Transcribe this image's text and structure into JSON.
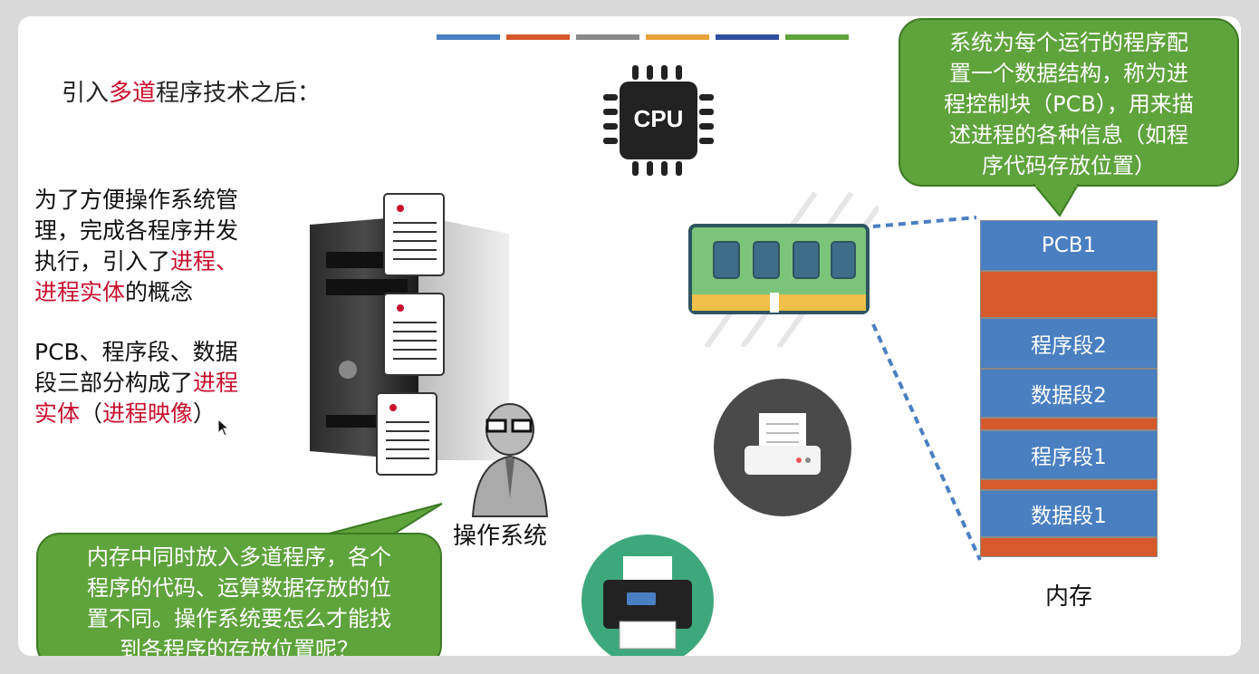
{
  "colors": {
    "bars": [
      "#4a7fc1",
      "#d65a2c",
      "#8a8a8a",
      "#e8a33a",
      "#2f4f9e",
      "#5fa33c"
    ],
    "bubble": "#5fa33c",
    "pcb_blue": "#4a7fc1",
    "gap_orange": "#d65a2c",
    "highlight_red": "#c8102e"
  },
  "title": {
    "prefix": "引入",
    "highlight": "多道",
    "suffix": "程序技术之后："
  },
  "para1": {
    "line1": "为了方便操作系统管",
    "line2": "理，完成各程序并发",
    "line3_plain": "执行，引入了",
    "line3_red": "进程、",
    "line4_red": "进程实体",
    "line4_plain": "的概念"
  },
  "para2": {
    "line1": "PCB、程序段、数据",
    "line2_plain": "段三部分构成了",
    "line2_red": "进程",
    "line3_red": "实体",
    "line3_open": "（",
    "line3_red2": "进程映像",
    "line3_close": "）"
  },
  "cpu_label": "CPU",
  "os_label": "操作系统",
  "bubble_top": {
    "lines": [
      "系统为每个运行的程序配",
      "置一个数据结构，称为进",
      "程控制块（PCB），用来描",
      "述进程的各种信息（如程",
      "序代码存放位置）"
    ]
  },
  "bubble_bottom": {
    "lines": [
      "内存中同时放入多道程序，各个",
      "程序的代码、运算数据存放的位",
      "置不同。操作系统要怎么才能找",
      "到各程序的存放位置呢？"
    ]
  },
  "memory": {
    "label": "内存",
    "blocks": [
      "PCB1",
      "",
      "程序段2",
      "数据段2",
      "",
      "程序段1",
      "",
      "数据段1",
      ""
    ]
  }
}
